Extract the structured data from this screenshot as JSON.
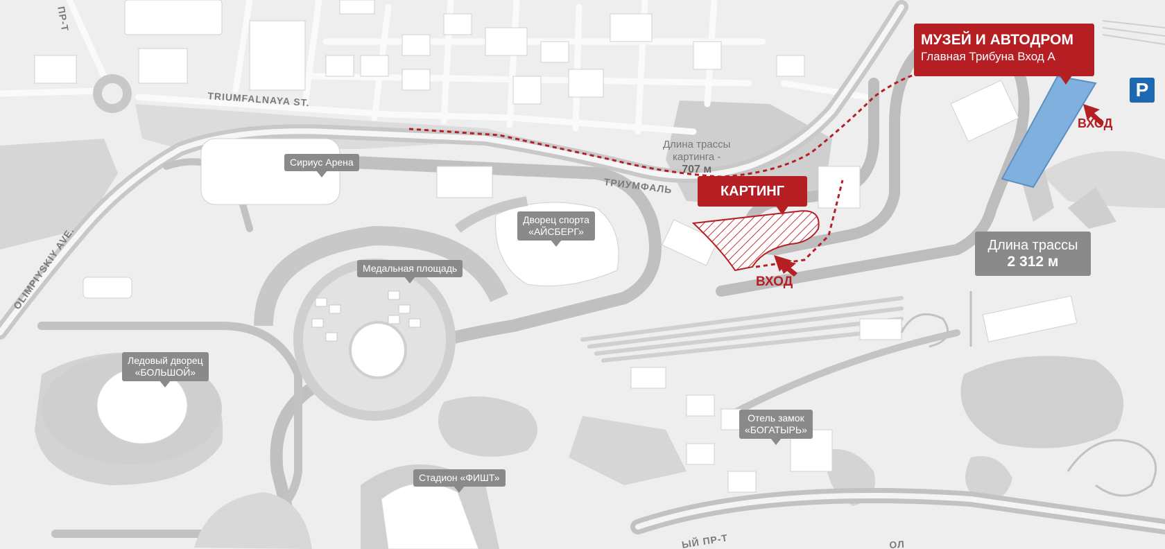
{
  "streets": {
    "triumfalnaya_en": "TRIUMFALNAYA ST.",
    "triumfalnaya_ru": "ТРИУМФАЛЬ",
    "olimpiyskiy_en": "OLIMPIYSKIY AVE.",
    "top_left_street": "ПР-Т",
    "bottom_street_left": "ЫЙ ПР-Т",
    "bottom_street_right": "ОЛ"
  },
  "venues": {
    "sirius_arena": "Сириус Арена",
    "iceberg_line1": "Дворец спорта",
    "iceberg_line2": "«АЙСБЕРГ»",
    "medal_plaza": "Медальная площадь",
    "bolshoy_line1": "Ледовый дворец",
    "bolshoy_line2": "«БОЛЬШОЙ»",
    "fisht": "Стадион «ФИШТ»",
    "bogatyr_line1": "Отель замок",
    "bogatyr_line2": "«БОГАТЫРЬ»"
  },
  "karting": {
    "label": "КАРТИНГ",
    "track_length_line1": "Длина трассы",
    "track_length_line2": "картинга -",
    "track_length_value": "707 м",
    "entrance": "ВХОД"
  },
  "museum": {
    "title": "МУЗЕЙ И АВТОДРОМ",
    "subtitle": "Главная Трибуна Вход А",
    "entrance": "ВХОД"
  },
  "circuit": {
    "length_label": "Длина трассы",
    "length_value": "2 312 м"
  },
  "parking": {
    "symbol": "P"
  },
  "colors": {
    "accent_red": "#b51f24",
    "callout_gray": "#8a8a8a",
    "parking_blue": "#1e68b1",
    "tribune_blue": "#7fb0de"
  },
  "icons": {
    "parking": "parking-sign-icon",
    "entrance_arrow": "arrow-icon"
  }
}
